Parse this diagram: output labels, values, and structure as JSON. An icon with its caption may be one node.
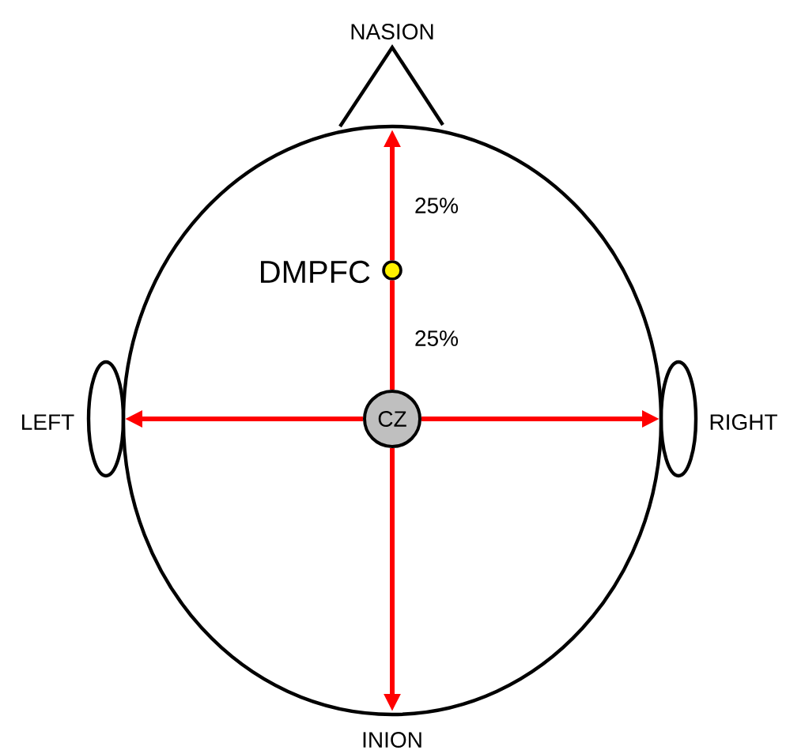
{
  "diagram": {
    "nodes": [
      {
        "text": [
          "CZ"
        ]
      },
      {
        "text": [],
        "shape": "circle",
        "beside": [
          "DMPFC"
        ]
      }
    ],
    "edges": [
      {
        "from": 0,
        "to": 1,
        "arrow": "none",
        "label": "25%"
      },
      {
        "from": 1,
        "to": null,
        "arrow": "to",
        "label": "25%"
      },
      {
        "from": 0,
        "to": null,
        "arrow": "to"
      },
      {
        "from": 0,
        "to": null,
        "arrow": "to"
      },
      {
        "from": 0,
        "to": null,
        "arrow": "to"
      }
    ],
    "labels": [
      "NASION",
      "LEFT",
      "RIGHT",
      "INION"
    ]
  }
}
